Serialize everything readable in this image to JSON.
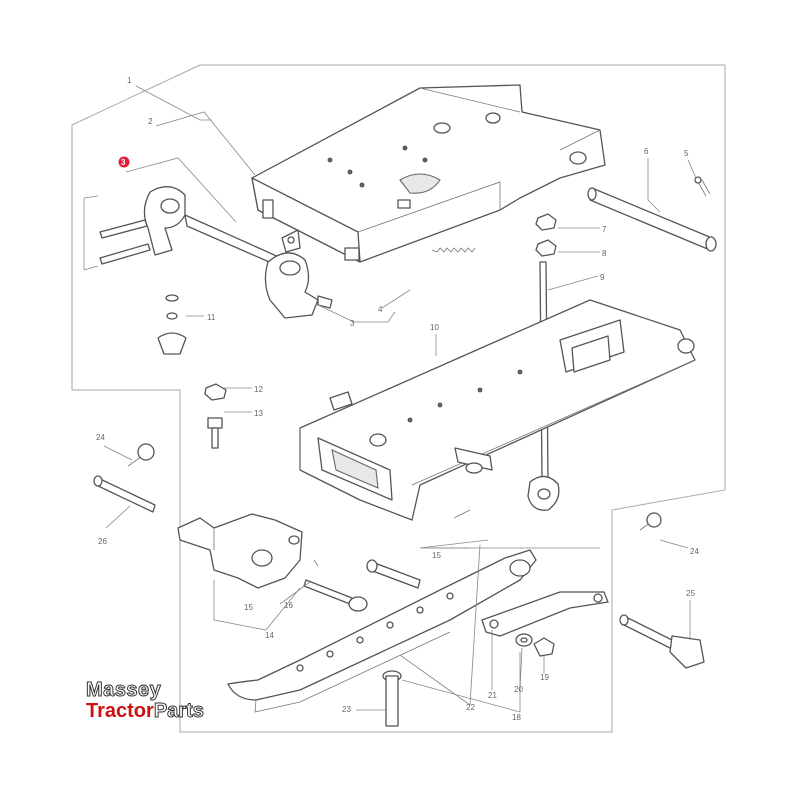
{
  "logo": {
    "line1": "Massey",
    "line2a": "Tractor",
    "line2b": "Parts",
    "accent": "#cc1111"
  },
  "highlight_color": "#e0203a",
  "callouts": {
    "c1": "1",
    "c2": "2",
    "c3": "3",
    "c3b": "3",
    "c4": "4",
    "c5": "5",
    "c6": "6",
    "c7": "7",
    "c8": "8",
    "c9": "9",
    "c10": "10",
    "c11": "11",
    "c12": "12",
    "c13": "13",
    "c14": "14",
    "c15": "15",
    "c15b": "15",
    "c16": "16",
    "c18": "18",
    "c19": "19",
    "c20": "20",
    "c21": "21",
    "c22": "22",
    "c23": "23",
    "c24": "24",
    "c24b": "24",
    "c25": "25",
    "c26": "26"
  }
}
